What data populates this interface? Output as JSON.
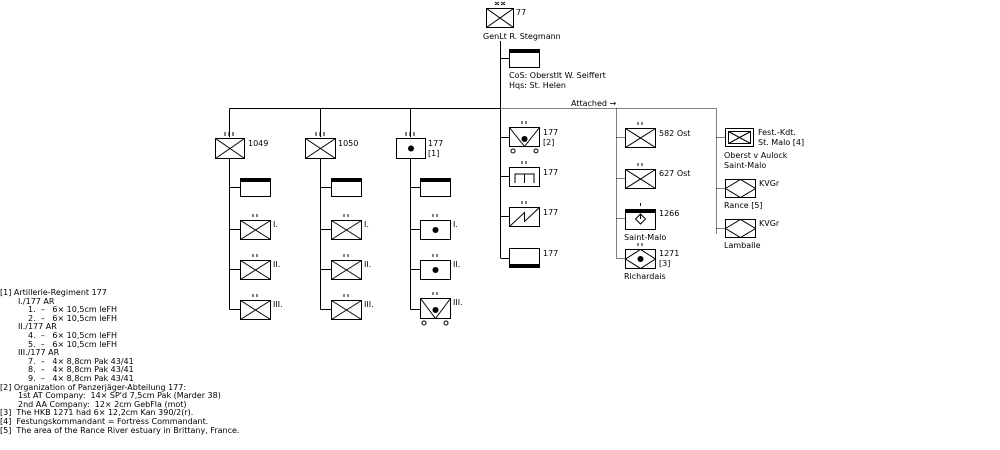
{
  "hq": {
    "number": "77",
    "commander": "GenLt  R. Stegmann"
  },
  "staff": {
    "cos": "CoS:  Oberstlt  W. Seiffert",
    "hqs": "Hqs:  St. Helen"
  },
  "attached_label": "Attached →",
  "regiments": [
    {
      "number": "1049",
      "battalions": [
        "I.",
        "II.",
        "III."
      ]
    },
    {
      "number": "1050",
      "battalions": [
        "I.",
        "II.",
        "III."
      ]
    },
    {
      "number": "177",
      "note": "[1]",
      "battalions": [
        "I.",
        "II.",
        "III."
      ]
    }
  ],
  "divisional_units": [
    {
      "number": "177",
      "note": "[2]"
    },
    {
      "number": "177"
    },
    {
      "number": "177"
    },
    {
      "number": "177"
    }
  ],
  "attached_units": [
    {
      "number": "582 Ost"
    },
    {
      "number": "627 Ost"
    },
    {
      "number": "1266",
      "location": "Saint-Malo"
    },
    {
      "number": "1271",
      "note": "[3]",
      "location": "Richardais"
    }
  ],
  "fortress": {
    "line1": "Fest.-Kdt.",
    "line2": "St. Malo [4]",
    "commander": "Oberst  v Aulock",
    "location": "Saint-Malo"
  },
  "kvgr_units": [
    {
      "label": "KVGr",
      "location": "Rance [5]"
    },
    {
      "label": "KVGr",
      "location": "Lamballe"
    }
  ],
  "footnotes": [
    {
      "level": 0,
      "text": "[1] Artillerie-Regiment 177"
    },
    {
      "level": 1,
      "text": "I./177 AR"
    },
    {
      "level": 2,
      "text": "1.  –   6× 10,5cm leFH"
    },
    {
      "level": 2,
      "text": "2.  –   6× 10,5cm leFH"
    },
    {
      "level": 1,
      "text": "II./177 AR"
    },
    {
      "level": 2,
      "text": "4.  –   6× 10,5cm leFH"
    },
    {
      "level": 2,
      "text": "5.  –   6× 10,5cm leFH"
    },
    {
      "level": 1,
      "text": "III./177 AR"
    },
    {
      "level": 2,
      "text": "7.  –   4× 8,8cm Pak 43/41"
    },
    {
      "level": 2,
      "text": "8.  –   4× 8,8cm Pak 43/41"
    },
    {
      "level": 2,
      "text": "9.  –   4× 8,8cm Pak 43/41"
    },
    {
      "level": 0,
      "text": "[2] Organization of Panzerjäger-Abteilung 177:"
    },
    {
      "level": 1,
      "text": "1st AT Company:  14× SP'd 7,5cm Pak (Marder 38)"
    },
    {
      "level": 1,
      "text": "2nd AA Company:  12× 2cm GebFla (mot)"
    },
    {
      "level": 0,
      "text": "[3]  The HKB 1271 had 6× 12,2cm Kan 390/2(r)."
    },
    {
      "level": 0,
      "text": "[4]  Festungskommandant = Fortress Commandant."
    },
    {
      "level": 0,
      "text": "[5]  The area of the Rance River estuary in Brittany, France."
    }
  ]
}
